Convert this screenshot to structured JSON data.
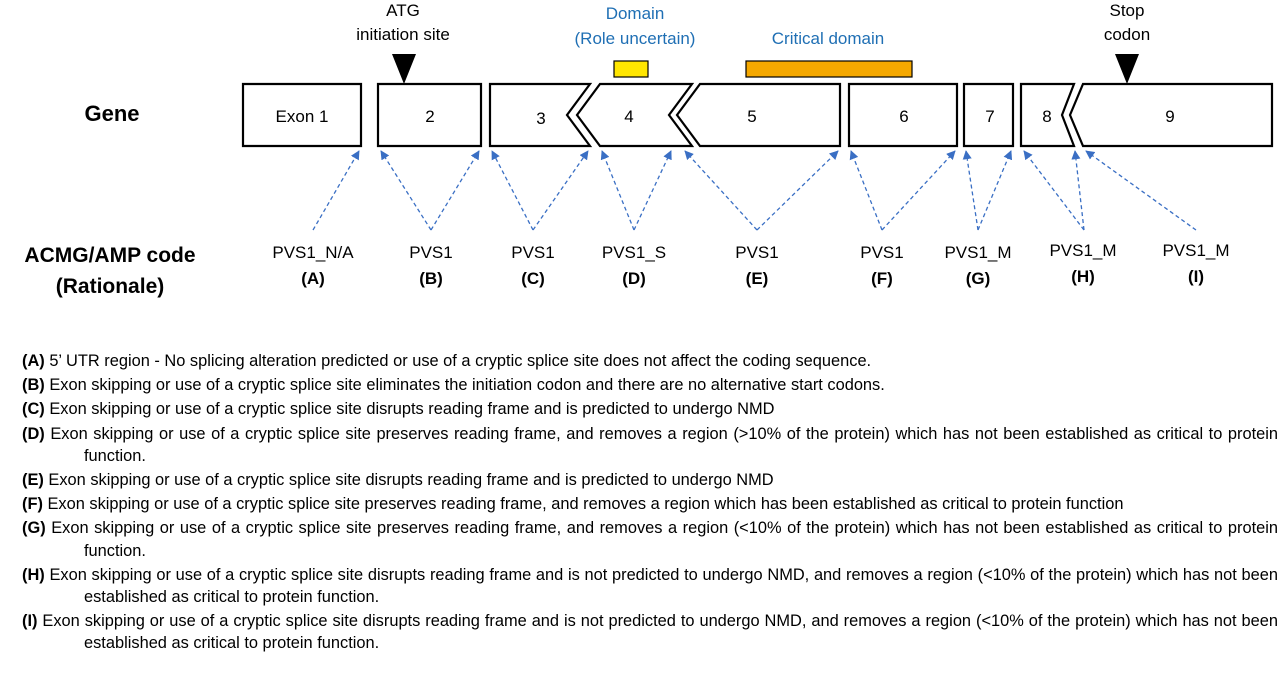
{
  "markers": {
    "atg": [
      "ATG",
      "initiation site"
    ],
    "stop": [
      "Stop",
      "codon"
    ]
  },
  "domains": {
    "uncertain": [
      "Domain",
      "(Role uncertain)"
    ],
    "critical": "Critical domain",
    "colors": {
      "uncertain": "#FFE600",
      "critical": "#F5A800",
      "label": "#1F6FB4"
    }
  },
  "row_labels": {
    "gene": "Gene",
    "code": [
      "ACMG/AMP code",
      "(Rationale)"
    ]
  },
  "exons": [
    "Exon 1",
    "2",
    "3",
    "4",
    "5",
    "6",
    "7",
    "8",
    "9"
  ],
  "codes": [
    {
      "code": "PVS1_N/A",
      "letter": "(A)"
    },
    {
      "code": "PVS1",
      "letter": "(B)"
    },
    {
      "code": "PVS1",
      "letter": "(C)"
    },
    {
      "code": "PVS1_S",
      "letter": "(D)"
    },
    {
      "code": "PVS1",
      "letter": "(E)"
    },
    {
      "code": "PVS1",
      "letter": "(F)"
    },
    {
      "code": "PVS1_M",
      "letter": "(G)"
    },
    {
      "code": "PVS1_M",
      "letter": "(H)"
    },
    {
      "code": "PVS1_M",
      "letter": "(I)"
    }
  ],
  "arrow_color": "#3A6FC4",
  "notes": [
    {
      "letter": "(A)",
      "text": " 5’ UTR region - No splicing alteration predicted or use of a cryptic splice site does not affect the coding sequence."
    },
    {
      "letter": "(B)",
      "text": " Exon skipping or use of a cryptic splice site eliminates the initiation codon and there are no alternative start codons."
    },
    {
      "letter": "(C)",
      "text": " Exon skipping or use of a cryptic splice site disrupts reading frame and is predicted to undergo NMD"
    },
    {
      "letter": "(D)",
      "text": " Exon skipping or use of a cryptic splice site preserves reading frame, and removes a region (>10% of the protein) which has not been established as critical to protein function."
    },
    {
      "letter": "(E)",
      "text": " Exon skipping or use of a cryptic splice site disrupts reading frame and is predicted to undergo NMD"
    },
    {
      "letter": "(F)",
      "text": " Exon skipping or use of a cryptic splice site preserves reading frame, and removes a region which has been established as critical to protein function"
    },
    {
      "letter": "(G)",
      "text": " Exon skipping or use of a cryptic splice site preserves reading frame, and removes a region (<10% of the protein) which has not been established as critical to protein function."
    },
    {
      "letter": "(H)",
      "text": " Exon skipping or use of a cryptic splice site disrupts reading frame and is not predicted to undergo NMD, and removes a region (<10% of the protein) which has not been established as critical to protein function."
    },
    {
      "letter": "(I)",
      "text": " Exon skipping or use of a cryptic splice site disrupts reading frame and is not predicted to undergo NMD, and removes a region (<10% of the protein) which has not been established as critical to protein function."
    }
  ]
}
